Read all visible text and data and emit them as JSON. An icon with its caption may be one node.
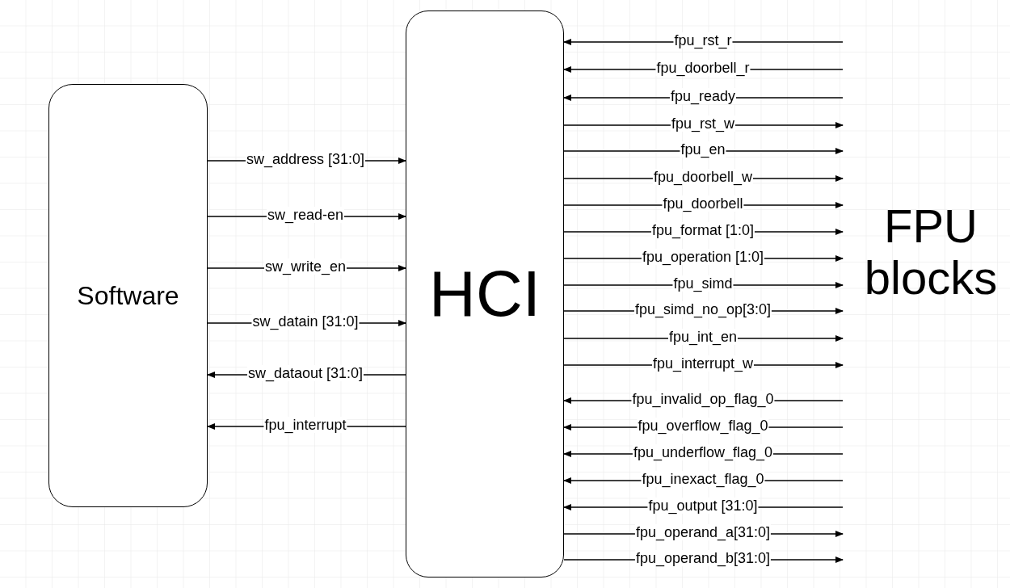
{
  "diagram": {
    "nodes": [
      {
        "text": [
          "Software"
        ]
      },
      {
        "text": [
          "HCI"
        ]
      }
    ],
    "edges": [
      {
        "from": 0,
        "to": 1,
        "arrow": "to",
        "label": "sw_address [31:0]"
      },
      {
        "from": 0,
        "to": 1,
        "arrow": "to",
        "label": "sw_read-en"
      },
      {
        "from": 0,
        "to": 1,
        "arrow": "to",
        "label": "sw_write_en"
      },
      {
        "from": 0,
        "to": 1,
        "arrow": "to",
        "label": "sw_datain [31:0]"
      },
      {
        "from": 1,
        "to": 0,
        "arrow": "to",
        "label": "sw_dataout [31:0]"
      },
      {
        "from": 1,
        "to": 0,
        "arrow": "to",
        "label": "fpu_interrupt"
      },
      {
        "from": null,
        "to": 1,
        "arrow": "to",
        "label": "fpu_rst_r"
      },
      {
        "from": null,
        "to": 1,
        "arrow": "to",
        "label": "fpu_doorbell_r"
      },
      {
        "from": null,
        "to": 1,
        "arrow": "to",
        "label": "fpu_ready"
      },
      {
        "from": 1,
        "to": null,
        "arrow": "to",
        "label": "fpu_rst_w"
      },
      {
        "from": 1,
        "to": null,
        "arrow": "to",
        "label": "fpu_en"
      },
      {
        "from": 1,
        "to": null,
        "arrow": "to",
        "label": "fpu_doorbell_w"
      },
      {
        "from": 1,
        "to": null,
        "arrow": "to",
        "label": "fpu_doorbell"
      },
      {
        "from": 1,
        "to": null,
        "arrow": "to",
        "label": "fpu_format [1:0]"
      },
      {
        "from": 1,
        "to": null,
        "arrow": "to",
        "label": "fpu_operation [1:0]"
      },
      {
        "from": 1,
        "to": null,
        "arrow": "to",
        "label": "fpu_simd"
      },
      {
        "from": 1,
        "to": null,
        "arrow": "to",
        "label": "fpu_simd_no_op[3:0]"
      },
      {
        "from": 1,
        "to": null,
        "arrow": "to",
        "label": "fpu_int_en"
      },
      {
        "from": 1,
        "to": null,
        "arrow": "to",
        "label": "fpu_interrupt_w"
      },
      {
        "from": null,
        "to": 1,
        "arrow": "to",
        "label": "fpu_invalid_op_flag_0"
      },
      {
        "from": null,
        "to": 1,
        "arrow": "to",
        "label": "fpu_overflow_flag_0"
      },
      {
        "from": null,
        "to": 1,
        "arrow": "to",
        "label": "fpu_underflow_flag_0"
      },
      {
        "from": null,
        "to": 1,
        "arrow": "to",
        "label": "fpu_inexact_flag_0"
      },
      {
        "from": null,
        "to": 1,
        "arrow": "to",
        "label": "fpu_output [31:0]"
      },
      {
        "from": 1,
        "to": null,
        "arrow": "to",
        "label": "fpu_operand_a[31:0]"
      },
      {
        "from": 1,
        "to": null,
        "arrow": "to",
        "label": "fpu_operand_b[31:0]"
      }
    ],
    "labels": [
      "FPU blocks"
    ]
  }
}
